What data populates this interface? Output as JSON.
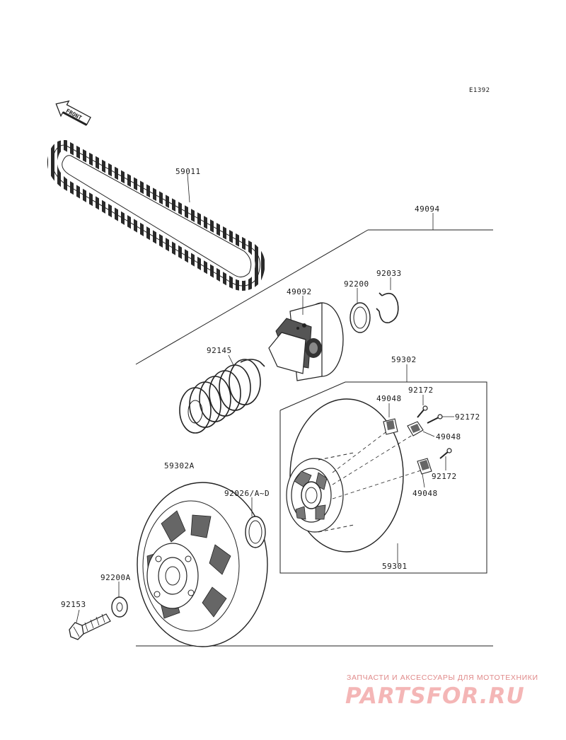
{
  "diagram": {
    "code": "E1392",
    "front_label": "FRONT",
    "labels": {
      "belt": "59011",
      "driven_assy": "49094",
      "cam": "49092",
      "washer_top": "92200",
      "circlip": "92033",
      "spring": "92145",
      "sheave_set": "59302",
      "screw_1": "92172",
      "screw_2": "92172",
      "screw_3": "92172",
      "slider_1": "49048",
      "slider_2": "49048",
      "slider_3": "49048",
      "sheave_fixed": "59302A",
      "shim": "92026/A~D",
      "washer_bottom": "92200A",
      "bolt": "92153",
      "sheave_movable": "59301"
    }
  },
  "watermark": {
    "tagline": "ЗАПЧАСТИ И АКСЕССУАРЫ ДЛЯ МОТОТЕХНИКИ",
    "logo": "PARTSFOR.RU"
  }
}
